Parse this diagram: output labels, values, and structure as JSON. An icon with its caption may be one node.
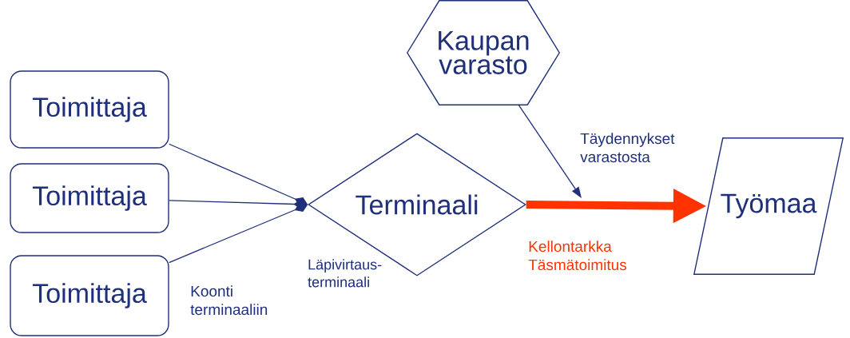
{
  "diagram": {
    "nodes": [
      {
        "text": [
          "Toimittaja"
        ]
      },
      {
        "text": [
          "Toimittaja"
        ]
      },
      {
        "text": [
          "Toimittaja"
        ]
      },
      {
        "text": [
          "Terminaali"
        ],
        "beside": [
          "Läpivirtaus-terminaali"
        ]
      },
      {
        "text": [
          "Kaupan varasto"
        ]
      },
      {
        "text": [
          "Työmaa"
        ]
      }
    ],
    "edges": [
      {
        "from": 0,
        "to": 3,
        "arrow": "other"
      },
      {
        "from": 1,
        "to": 3,
        "arrow": "other"
      },
      {
        "from": 2,
        "to": 3,
        "arrow": "other"
      },
      {
        "from": 4,
        "to": null,
        "arrow": "to",
        "label": "Täydennykset varastosta"
      },
      {
        "from": 3,
        "to": 5,
        "arrow": "to",
        "style": "thick",
        "color": "#ff3300",
        "label": "Kellontarkka Täsmätoimitus"
      }
    ],
    "labels": [
      "Koonti terminaaliin"
    ]
  }
}
